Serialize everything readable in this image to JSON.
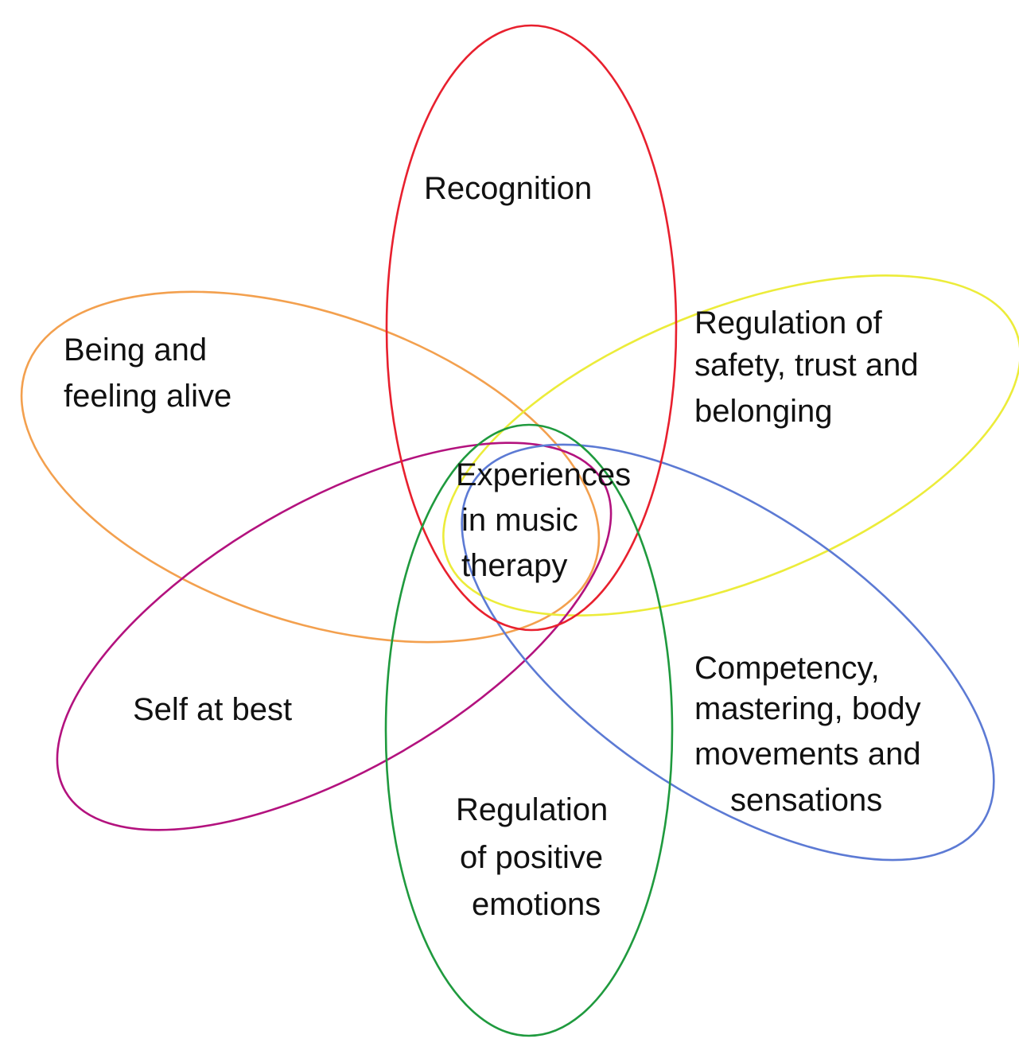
{
  "center": {
    "lines": [
      "Experiences",
      "in music",
      "therapy"
    ],
    "color": "#2e2e2e"
  },
  "petals": [
    {
      "id": "recognition",
      "lines": [
        "Recognition"
      ],
      "color": "#e8202e"
    },
    {
      "id": "safety",
      "lines": [
        "Regulation of",
        "safety, trust and",
        "belonging"
      ],
      "color": "#ecec3a"
    },
    {
      "id": "alive",
      "lines": [
        "Being and",
        "feeling alive"
      ],
      "color": "#f3a04e"
    },
    {
      "id": "self",
      "lines": [
        "Self at best"
      ],
      "color": "#b3127e"
    },
    {
      "id": "competency",
      "lines": [
        "Competency,",
        "mastering, body",
        "movements and",
        "sensations"
      ],
      "color": "#5c7ad4"
    },
    {
      "id": "positive",
      "lines": [
        "Regulation",
        "of positive",
        "emotions"
      ],
      "color": "#1f9a3e"
    }
  ]
}
